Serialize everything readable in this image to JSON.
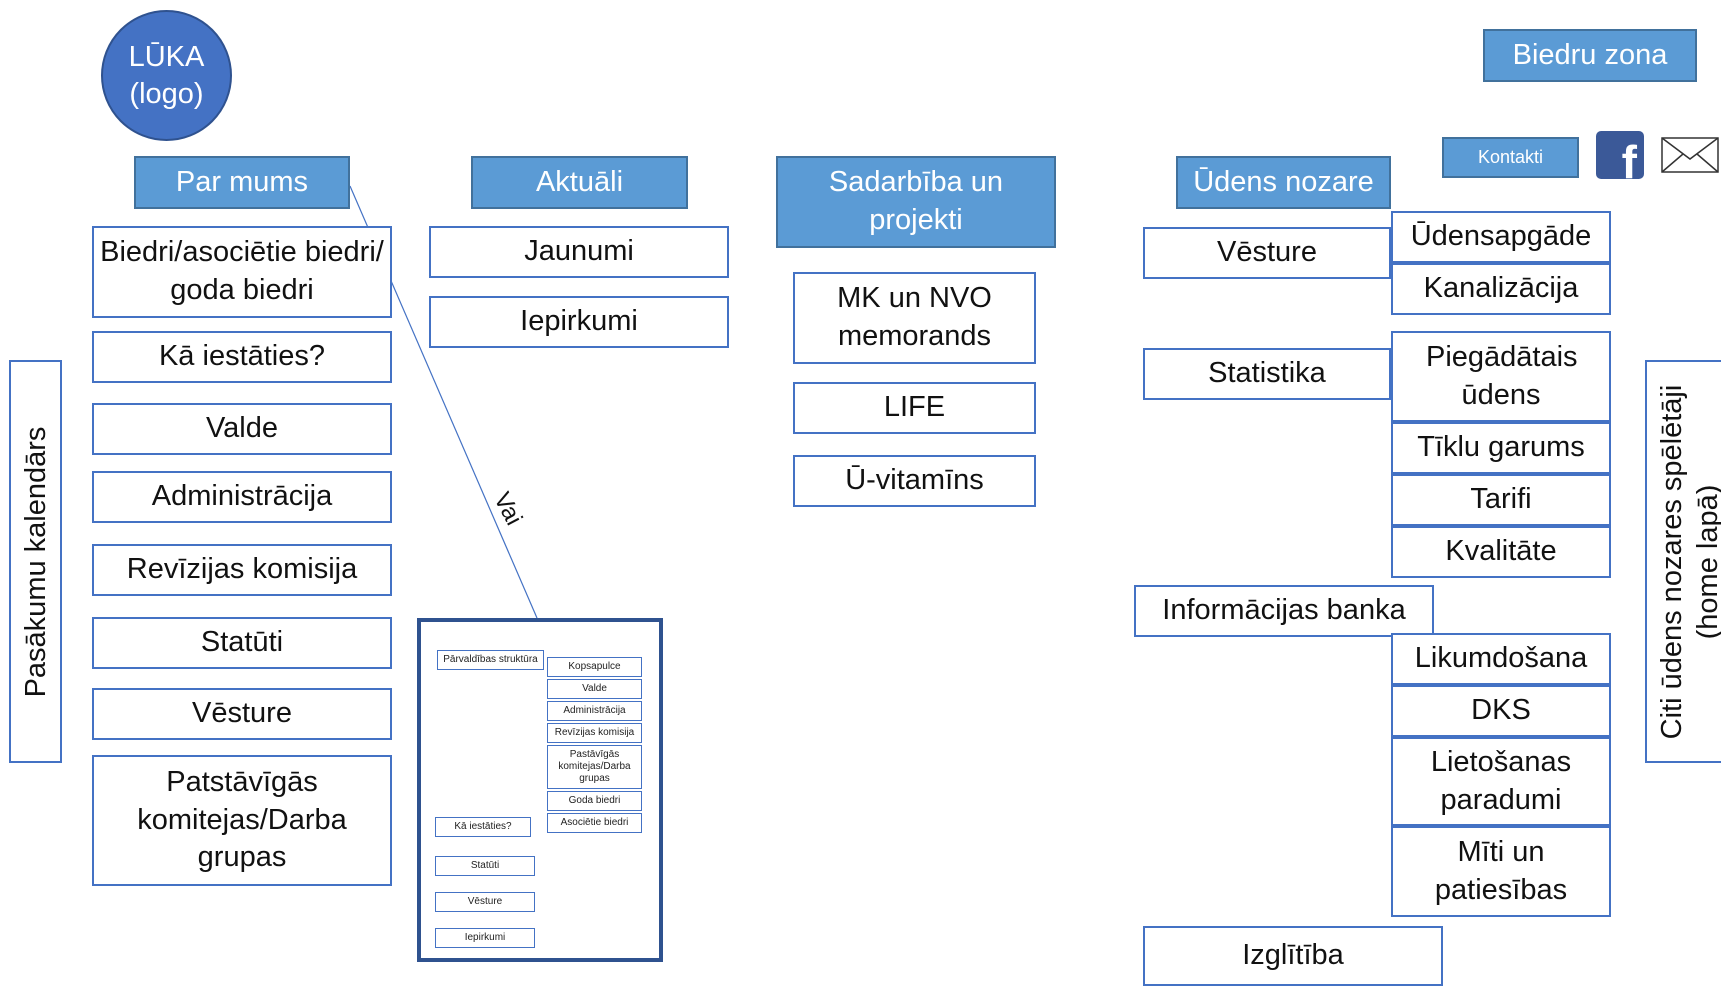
{
  "logo": {
    "text": "LŪKA (logo)"
  },
  "header": {
    "member_zone": "Biedru zona",
    "contacts": "Kontakti",
    "facebook_icon": "facebook-icon",
    "mail_icon": "envelope-icon"
  },
  "left_sidebar": {
    "label": "Pasākumu kalendārs"
  },
  "right_sidebar": {
    "line1": "Citi ūdens nozares spēlētāji",
    "line2": "(home lapā)"
  },
  "menus": {
    "par_mums": {
      "title": "Par mums",
      "items": [
        "Biedri/asociētie biedri/ goda biedri",
        "Kā iestāties?",
        "Valde",
        "Administrācija",
        "Revīzijas komisija",
        "Statūti",
        "Vēsture",
        "Patstāvīgās komitejas/Darba grupas"
      ]
    },
    "aktuali": {
      "title": "Aktuāli",
      "items": [
        "Jaunumi",
        "Iepirkumi"
      ]
    },
    "sadarbiba": {
      "title": "Sadarbība un projekti",
      "items": [
        "MK un NVO memorands",
        "LIFE",
        "Ū-vitamīns"
      ]
    },
    "udens_nozare": {
      "title": "Ūdens nozare",
      "vesture": "Vēsture",
      "vesture_sub": [
        "Ūdensapgāde",
        "Kanalizācija"
      ],
      "statistika": "Statistika",
      "statistika_sub": [
        "Piegādātais ūdens",
        "Tīklu garums",
        "Tarifi",
        "Kvalitāte"
      ],
      "info_banka": "Informācijas banka",
      "info_sub": [
        "Likumdošana",
        "DKS",
        "Lietošanas paradumi",
        "Mīti un patiesības"
      ],
      "izglitiba": "Izglītība"
    }
  },
  "alternative": {
    "label": "Vai",
    "structure": "Pārvaldības struktūra",
    "structure_items": [
      "Kopsapulce",
      "Valde",
      "Administrācija",
      "Revīzijas komisija",
      "Pastāvīgās komitejas/Darba grupas",
      "Goda biedri",
      "Asociētie biedri"
    ],
    "items": [
      "Kā iestāties?",
      "Statūti",
      "Vēsture",
      "Iepirkumi"
    ]
  },
  "colors": {
    "header_fill": "#5b9bd5",
    "logo_fill": "#4472c4",
    "box_border": "#4472c4",
    "facebook": "#3b5998"
  }
}
